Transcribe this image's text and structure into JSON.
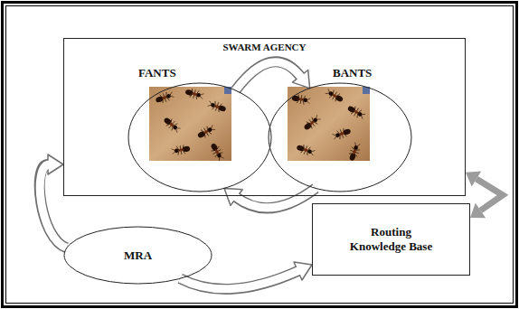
{
  "diagram": {
    "nodes": [
      {
        "text": [
          "SWARM AGENCY"
        ]
      },
      {
        "text": [
          "FANTS"
        ],
        "in": 0
      },
      {
        "text": [
          "BANTS"
        ],
        "in": 0
      },
      {
        "text": [
          "MRA"
        ]
      },
      {
        "text": [
          "Routing Knowledge Base"
        ]
      }
    ],
    "edges": [
      {
        "from": 1,
        "to": 2,
        "arrow": "to"
      },
      {
        "from": 2,
        "to": 1,
        "arrow": "to"
      },
      {
        "from": 3,
        "to": 0,
        "arrow": "to"
      },
      {
        "from": 3,
        "to": 4,
        "arrow": "to"
      },
      {
        "from": 0,
        "to": 4,
        "arrow": "both"
      }
    ]
  }
}
